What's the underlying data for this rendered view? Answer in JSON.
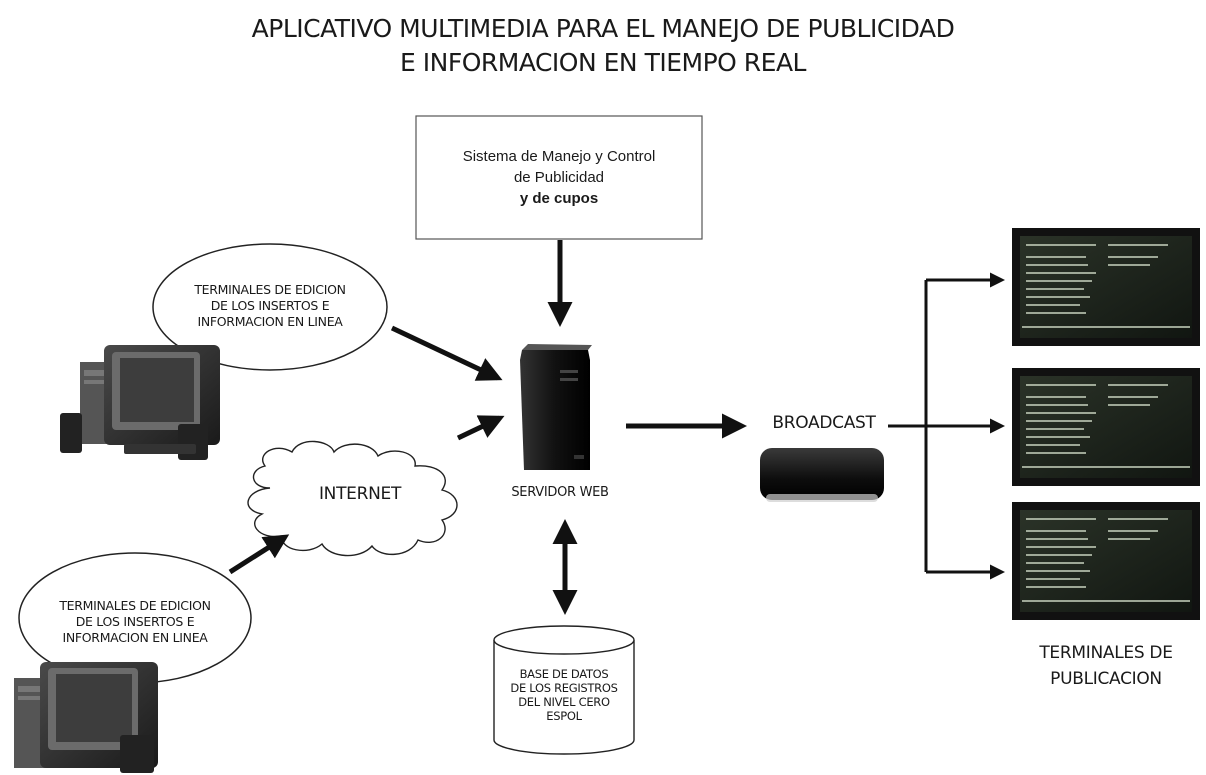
{
  "title": {
    "line1": "APLICATIVO MULTIMEDIA PARA EL MANEJO DE PUBLICIDAD",
    "line2": "E INFORMACION EN TIEMPO REAL"
  },
  "system_box": {
    "line1": "Sistema de Manejo y Control",
    "line2": "de Publicidad",
    "line3": "y de cupos"
  },
  "editing_terminal_top": {
    "line1": "TERMINALES DE EDICION",
    "line2": "DE LOS INSERTOS  E",
    "line3": "INFORMACION EN LINEA"
  },
  "editing_terminal_bottom": {
    "line1": "TERMINALES DE  EDICION",
    "line2": "DE LOS INSERTOS  E",
    "line3": "INFORMACION EN LINEA"
  },
  "internet_label": "INTERNET",
  "server_label": "SERVIDOR WEB",
  "broadcast_label": "BROADCAST",
  "database": {
    "line1": "BASE DE DATOS",
    "line2": "DE LOS REGISTROS",
    "line3": "DEL NIVEL CERO",
    "line4": "ESPOL"
  },
  "publication_terminals": {
    "line1": "TERMINALES DE",
    "line2": "PUBLICACION"
  },
  "icons": [
    "computer-icon",
    "cloud-icon",
    "server-icon",
    "router-icon",
    "database-icon",
    "monitor-screen-icon"
  ]
}
